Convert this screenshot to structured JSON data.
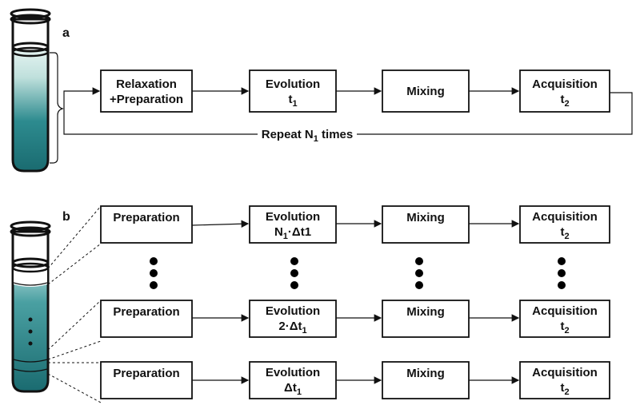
{
  "colors": {
    "fluid_top": "#e8f5f3",
    "fluid_bottom": "#1a6b70",
    "stroke": "#111111"
  },
  "panel_a": {
    "label": "a",
    "boxes": [
      {
        "line1": "Relaxation",
        "line2": "+Preparation"
      },
      {
        "line1": "Evolution",
        "line2": "t",
        "line2_sub": "1"
      },
      {
        "line1": "Mixing"
      },
      {
        "line1": "Acquisition",
        "line2": "t",
        "line2_sub": "2"
      }
    ],
    "repeat": {
      "pre": "Repeat N",
      "sub": "1",
      "post": " times"
    }
  },
  "panel_b": {
    "label": "b",
    "rows": [
      {
        "prep": "Preparation",
        "evo_pre": "N",
        "evo_sub": "1",
        "evo_post": "·Δt1",
        "mixing": "Mixing",
        "acq": "Acquisition",
        "acq_t": "t",
        "acq_sub": "2"
      },
      {
        "prep": "Preparation",
        "evo_pre": "2·Δt",
        "evo_sub": "1",
        "evo_post": "",
        "mixing": "Mixing",
        "acq": "Acquisition",
        "acq_t": "t",
        "acq_sub": "2"
      },
      {
        "prep": "Preparation",
        "evo_pre": "Δt",
        "evo_sub": "1",
        "evo_post": "",
        "mixing": "Mixing",
        "acq": "Acquisition",
        "acq_t": "t",
        "acq_sub": "2"
      }
    ],
    "evolution_word": "Evolution"
  }
}
